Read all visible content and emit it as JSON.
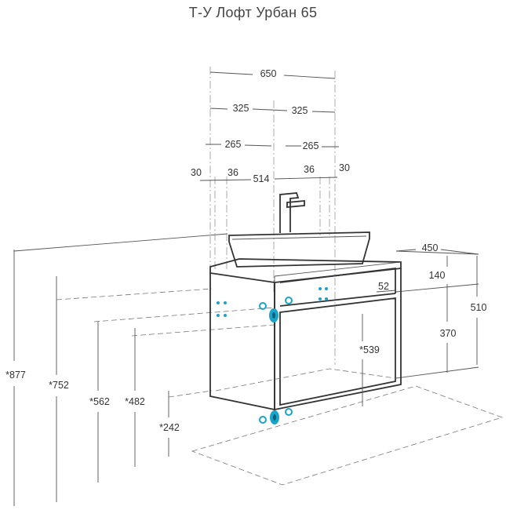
{
  "title": "Т-У Лофт Урбан 65",
  "dimensions": {
    "width_total": "650",
    "half_left": "325",
    "half_right": "325",
    "offset_left": "265",
    "offset_right": "265",
    "edge_left": "30",
    "inner_left": "36",
    "inner_width": "514",
    "inner_right": "36",
    "edge_right": "30",
    "depth": "450",
    "height_510": "510",
    "height_140": "140",
    "height_370": "370",
    "gap_52": "52",
    "inner_539": "*539",
    "height_877": "*877",
    "height_752": "*752",
    "height_562": "*562",
    "height_482": "*482",
    "height_242": "*242"
  },
  "colors": {
    "line": "#555555",
    "outline": "#333333",
    "marker": "#1aa3c9"
  }
}
